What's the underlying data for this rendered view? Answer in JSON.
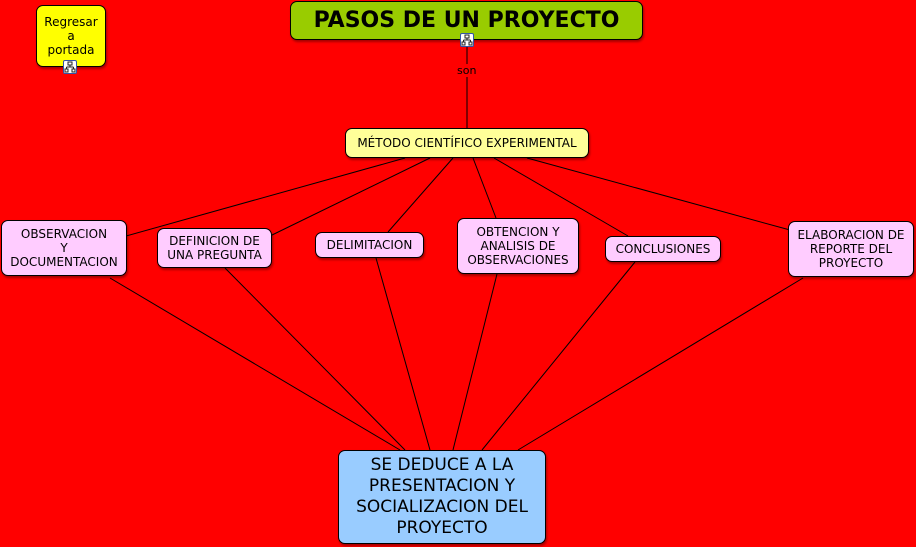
{
  "title": "PASOS DE UN PROYECTO",
  "back_link": [
    "Regresar",
    "a",
    "portada"
  ],
  "connector_label": "son",
  "method": "MÉTODO CIENTÍFICO EXPERIMENTAL",
  "steps": [
    {
      "lines": [
        "OBSERVACION",
        "Y",
        "DOCUMENTACION"
      ]
    },
    {
      "lines": [
        "DEFINICION DE",
        "UNA PREGUNTA"
      ]
    },
    {
      "lines": [
        "DELIMITACION"
      ]
    },
    {
      "lines": [
        "OBTENCION Y",
        "ANALISIS DE",
        "OBSERVACIONES"
      ]
    },
    {
      "lines": [
        "CONCLUSIONES"
      ]
    },
    {
      "lines": [
        "ELABORACION DE",
        "REPORTE DEL",
        "PROYECTO"
      ]
    }
  ],
  "result": [
    "SE DEDUCE A LA",
    "PRESENTACION Y",
    "SOCIALIZACION DEL",
    "PROYECTO"
  ],
  "icons": {
    "resource": "concept-map-resource-icon"
  },
  "colors": {
    "background": "#ff0000",
    "title": "#99cc00",
    "back_link": "#ffff00",
    "method": "#ffff99",
    "steps": "#ffccff",
    "result": "#99ccff"
  }
}
